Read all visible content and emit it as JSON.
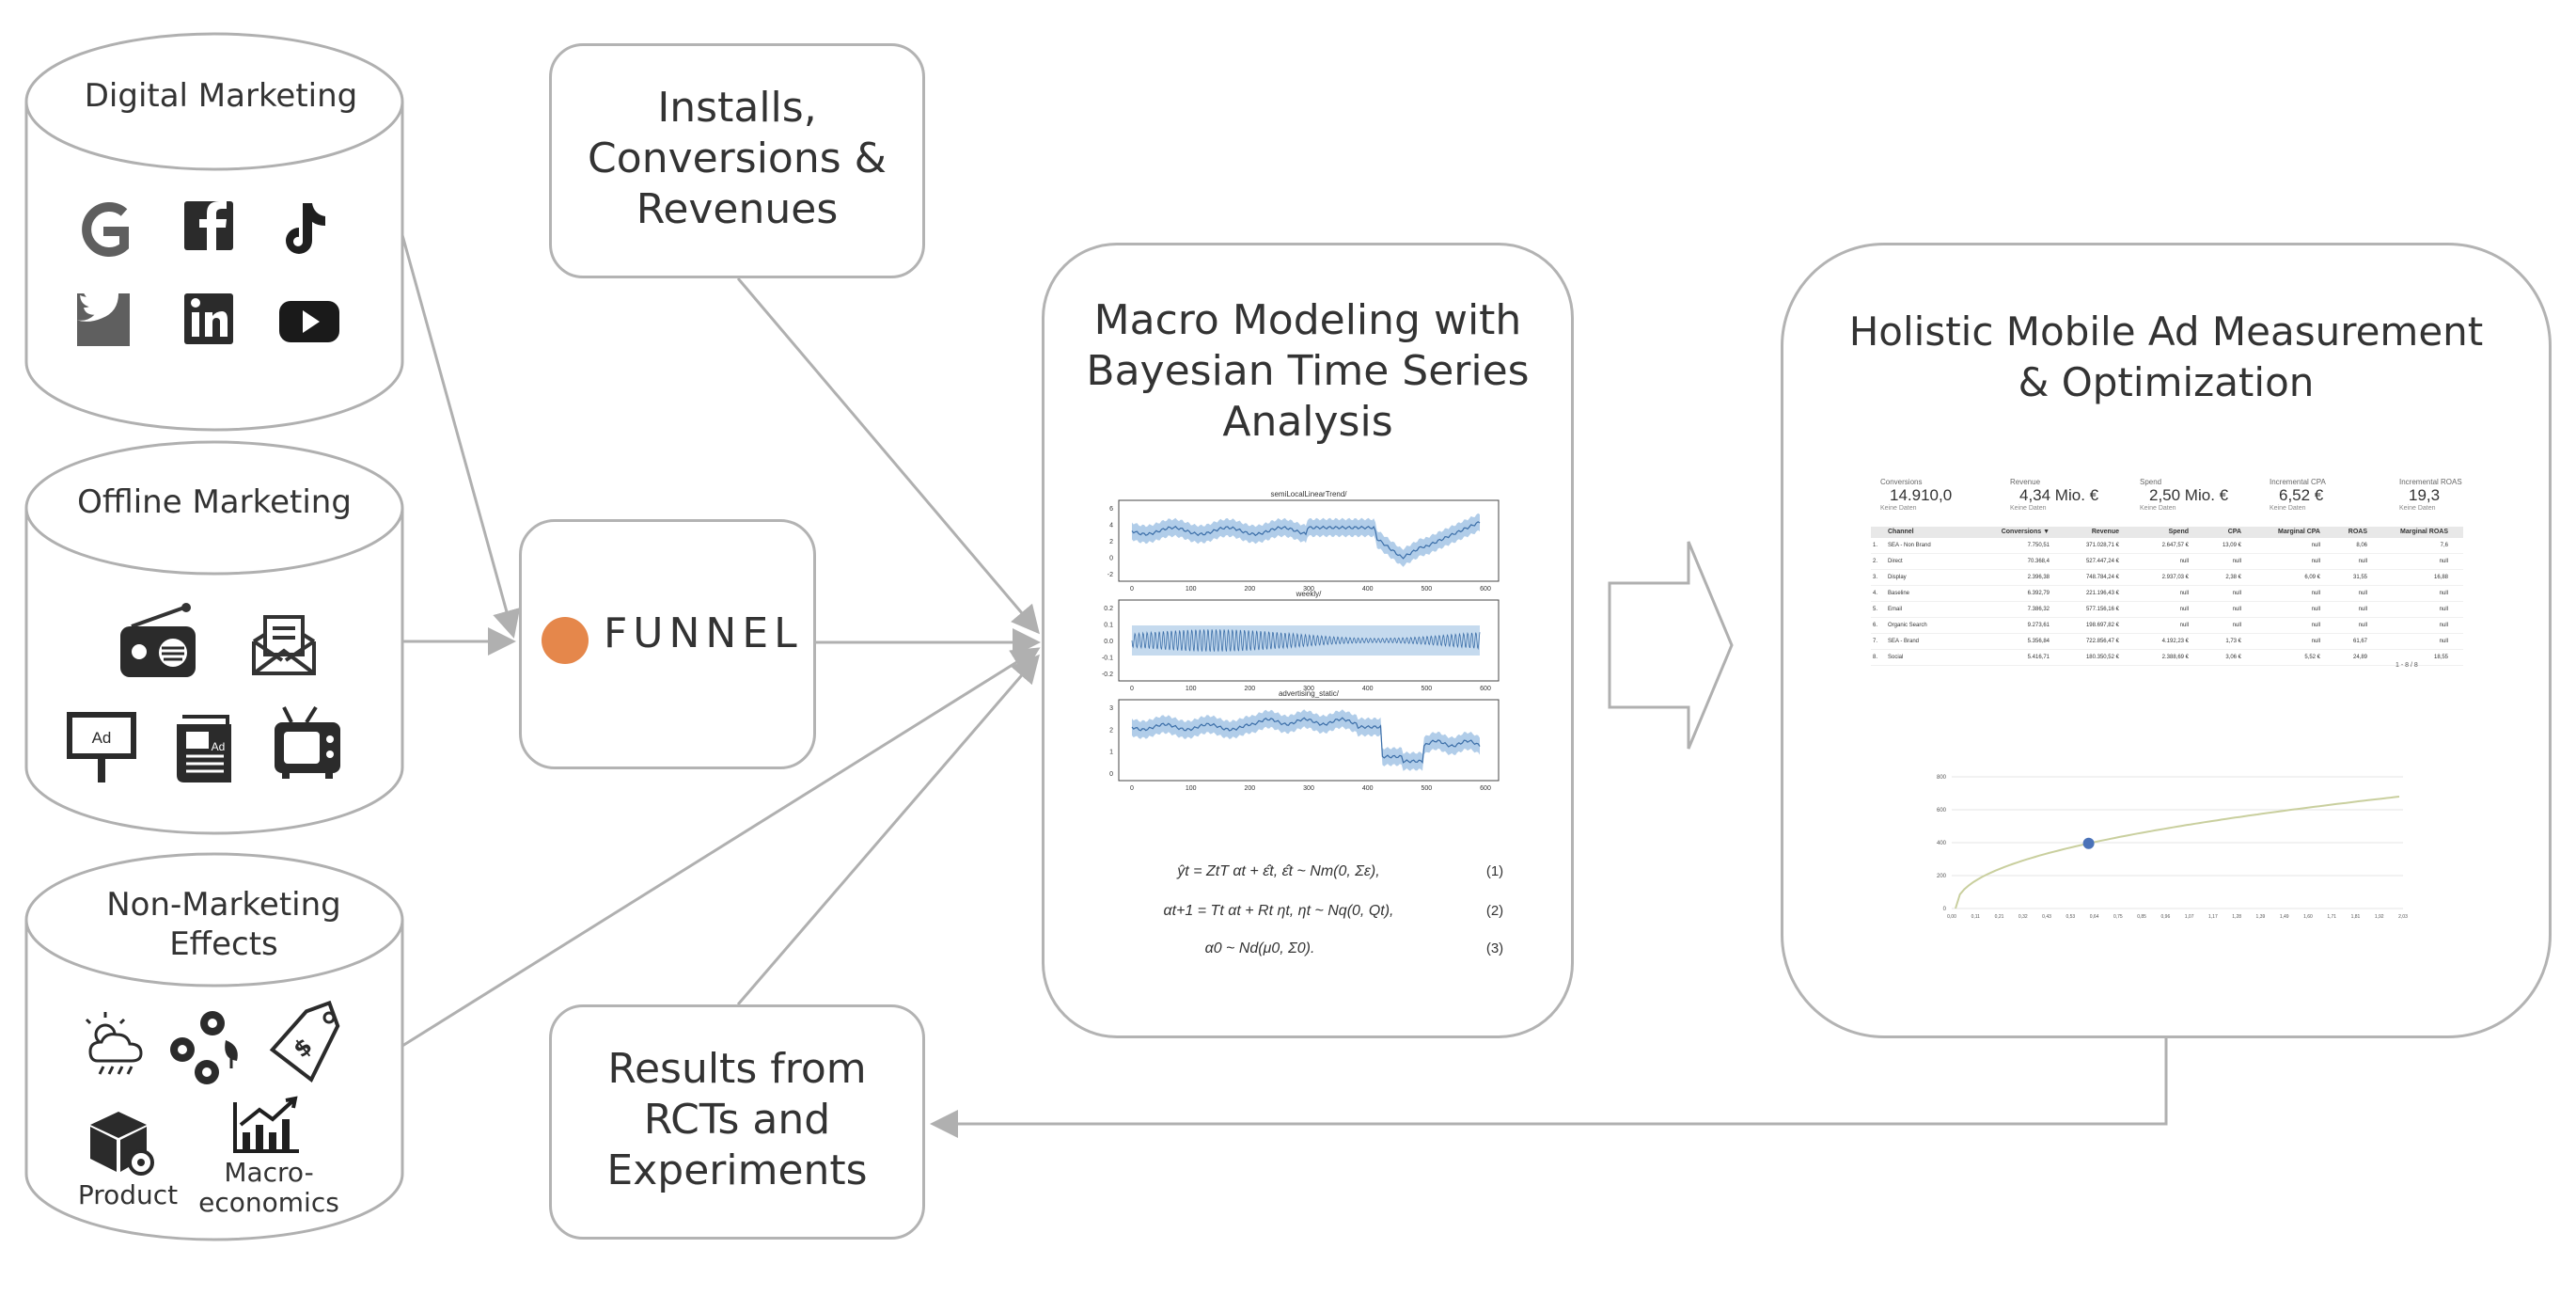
{
  "sources": {
    "digital": {
      "title": "Digital Marketing",
      "icons": [
        "google-icon",
        "facebook-icon",
        "tiktok-icon",
        "twitter-icon",
        "linkedin-icon",
        "youtube-icon"
      ]
    },
    "offline": {
      "title": "Offline Marketing",
      "icons": [
        "radio-icon",
        "mail-icon",
        "billboard-icon",
        "newspaper-icon",
        "tv-icon"
      ],
      "billboard_text": "Ad",
      "newspaper_text": "Ad"
    },
    "non_marketing": {
      "title_line1": "Non-Marketing",
      "title_line2": "Effects",
      "icons": [
        "weather-icon",
        "seasonality-icon",
        "price-tag-icon",
        "product-icon",
        "macroeconomics-icon"
      ],
      "product_label": "Product",
      "macro_label_line1": "Macro-",
      "macro_label_line2": "economics"
    }
  },
  "installs_box": {
    "line1": "Installs,",
    "line2": "Conversions &",
    "line3": "Revenues"
  },
  "results_box": {
    "line1": "Results from",
    "line2": "RCTs and",
    "line3": "Experiments"
  },
  "funnel": {
    "logo_text": "FUNNEL"
  },
  "modeling": {
    "title_line1": "Macro Modeling with",
    "title_line2": "Bayesian Time Series",
    "title_line3": "Analysis",
    "plot_titles": [
      "semiLocalLinearTrend/",
      "weekly/",
      "advertising_static/"
    ],
    "x_ticks": [
      "0",
      "100",
      "200",
      "300",
      "400",
      "500",
      "600"
    ],
    "y_ticks_1": [
      "6",
      "4",
      "2",
      "0",
      "-2"
    ],
    "y_ticks_2": [
      "0.2",
      "0.1",
      "0.0",
      "-0.1",
      "-0.2"
    ],
    "y_ticks_3": [
      "3",
      "2",
      "1",
      "0"
    ],
    "equations": [
      {
        "text": "ŷt = ZtT αt + ε̂t,       ε̂t ~ Nm(0, Σε),",
        "num": "(1)"
      },
      {
        "text": "αt+1 = Tt αt + Rt ηt,      ηt ~ Nq(0, Qt),",
        "num": "(2)"
      },
      {
        "text": "α0 ~ Nd(μ0, Σ0).",
        "num": "(3)"
      }
    ]
  },
  "dashboard": {
    "title_line1": "Holistic Mobile Ad Measurement",
    "title_line2": "& Optimization",
    "kpis": [
      {
        "label": "Conversions",
        "value": "14.910,0",
        "sub": "Keine Daten"
      },
      {
        "label": "Revenue",
        "value": "4,34 Mio. €",
        "sub": "Keine Daten"
      },
      {
        "label": "Spend",
        "value": "2,50 Mio. €",
        "sub": "Keine Daten"
      },
      {
        "label": "Incremental CPA",
        "value": "6,52 €",
        "sub": "Keine Daten"
      },
      {
        "label": "Incremental ROAS",
        "value": "19,3",
        "sub": "Keine Daten"
      }
    ],
    "table_headers": [
      "Channel",
      "Conversions ▼",
      "Revenue",
      "Spend",
      "CPA",
      "Marginal CPA",
      "ROAS",
      "Marginal ROAS"
    ],
    "table_rows": [
      [
        "1.",
        "SEA - Non Brand",
        "7.750,51",
        "371.028,71 €",
        "2.647,57 €",
        "13,09 €",
        "null",
        "8,06",
        "7,6"
      ],
      [
        "2.",
        "Direct",
        "70.368,4",
        "527.447,24 €",
        "null",
        "null",
        "null",
        "null",
        "null"
      ],
      [
        "3.",
        "Display",
        "2.396,38",
        "748.784,24 €",
        "2.937,03 €",
        "2,38 €",
        "6,09 €",
        "31,55",
        "16,88"
      ],
      [
        "4.",
        "Baseline",
        "6.392,79",
        "221.196,43 €",
        "null",
        "null",
        "null",
        "null",
        "null"
      ],
      [
        "5.",
        "Email",
        "7.386,32",
        "577.156,16 €",
        "null",
        "null",
        "null",
        "null",
        "null"
      ],
      [
        "6.",
        "Organic Search",
        "9.273,61",
        "198.697,82 €",
        "null",
        "null",
        "null",
        "null",
        "null"
      ],
      [
        "7.",
        "SEA - Brand",
        "5.356,84",
        "722.856,47 €",
        "4.192,23 €",
        "1,73 €",
        "null",
        "61,67",
        "null"
      ],
      [
        "8.",
        "Social",
        "5.416,71",
        "180.350,52 €",
        "2.388,69 €",
        "3,06 €",
        "5,52 €",
        "24,89",
        "18,55"
      ]
    ],
    "pagination": "1 - 8 / 8",
    "curve_y_ticks": [
      "800",
      "600",
      "400",
      "200",
      "0"
    ],
    "curve_x_ticks": [
      "0,00",
      "0,11",
      "0,21",
      "0,32",
      "0,43",
      "0,53",
      "0,64",
      "0,75",
      "0,85",
      "0,96",
      "1,07",
      "1,17",
      "1,28",
      "1,39",
      "1,49",
      "1,60",
      "1,71",
      "1,81",
      "1,92",
      "2,03"
    ]
  },
  "colors": {
    "line": "#b0b0b0",
    "funnel_orange": "#e5874b",
    "plot_blue": "#3b6ea8",
    "plot_band": "#9ec1e3",
    "curve": "#c9cf9e",
    "point": "#4a72b8"
  }
}
